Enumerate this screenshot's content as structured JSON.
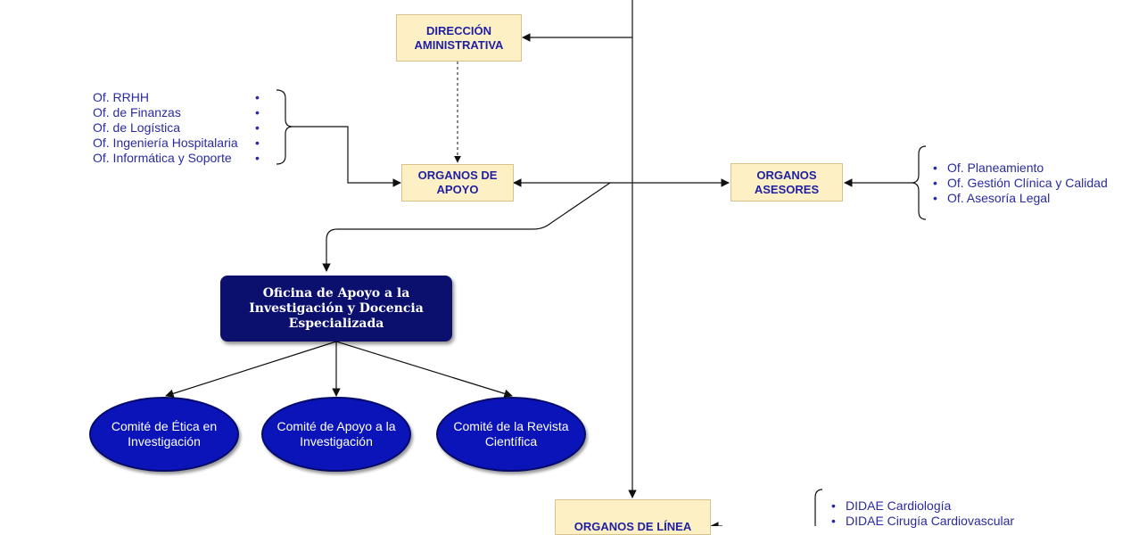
{
  "direccion": {
    "line1": "DIRECCIÓN",
    "line2": "AMINISTRATIVA"
  },
  "organos_apoyo": {
    "line1": "ORGANOS DE",
    "line2": "APOYO"
  },
  "organos_asesores": {
    "line1": "ORGANOS",
    "line2": "ASESORES"
  },
  "organos_linea": {
    "label": "ORGANOS DE LÍNEA"
  },
  "oficina": {
    "line1": "Oficina de Apoyo a la",
    "line2": "Investigación y Docencia",
    "line3": "Especializada"
  },
  "comites": [
    {
      "line1": "Comité de Ética en",
      "line2": "Investigación"
    },
    {
      "line1": "Comité de Apoyo a la",
      "line2": "Investigación"
    },
    {
      "line1": "Comité de la Revista",
      "line2": "Científica"
    }
  ],
  "apoyo_list": [
    "Of. RRHH",
    "Of. de Finanzas",
    "Of. de Logística",
    "Of. Ingeniería Hospitalaria",
    "Of. Informática y Soporte"
  ],
  "apoyo_bullet": "•",
  "asesores_list": [
    "Of. Planeamiento",
    "Of. Gestión Clínica y Calidad",
    "Of. Asesoría Legal"
  ],
  "linea_list": [
    "DIDAE Cardiología",
    "DIDAE Cirugía Cardiovascular"
  ],
  "colors": {
    "box_fill": "#fdf0c4",
    "box_text": "#1f1fa3",
    "navy": "#0b0f6e",
    "ellipse": "#0a14b8",
    "list_text": "#2a2aa0"
  }
}
